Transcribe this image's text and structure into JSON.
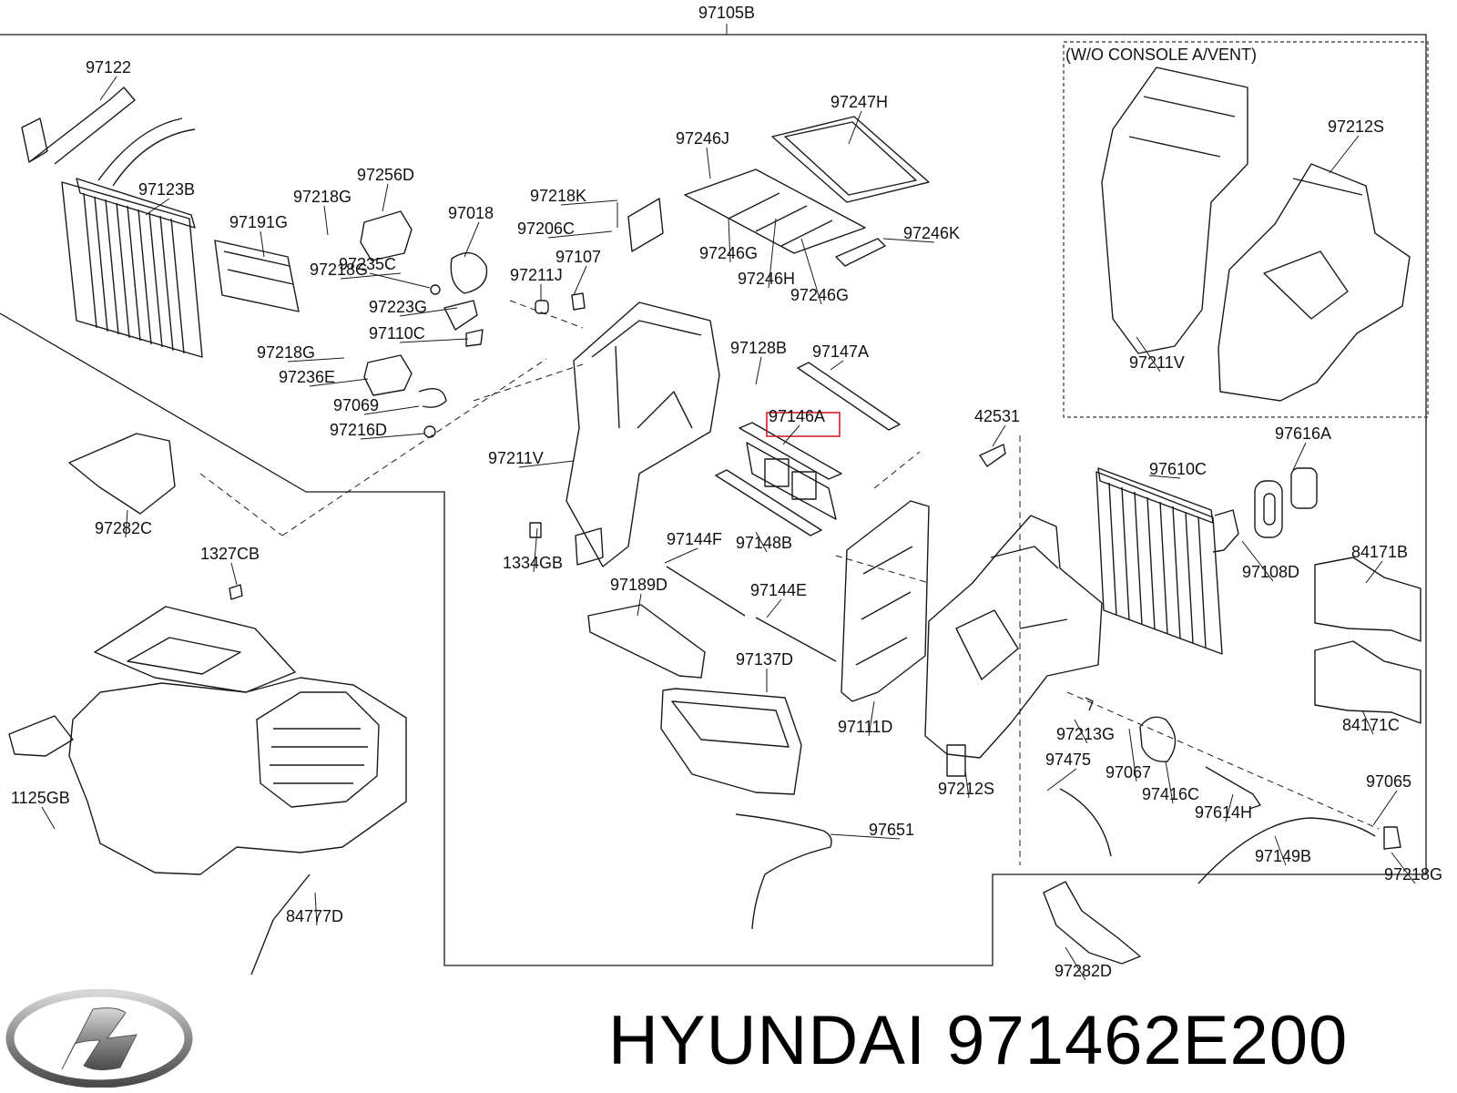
{
  "header": {
    "assembly_code": "97105B"
  },
  "inset": {
    "caption": "(W/O CONSOLE A/VENT)"
  },
  "highlight": {
    "part": "97146A",
    "color": "#d21f2b"
  },
  "footer": {
    "brand": "HYUNDAI",
    "part_number": "971462E200",
    "logo_icon": "hyundai-logo-icon"
  },
  "callouts": [
    "97122",
    "97123B",
    "97191G",
    "97218G",
    "97256D",
    "97218G",
    "97235C",
    "97223G",
    "97110C",
    "97218G",
    "97236E",
    "97069",
    "97216D",
    "97018",
    "97218K",
    "97206C",
    "97107",
    "97211J",
    "97246J",
    "97247H",
    "97246G",
    "97246H",
    "97246G",
    "97246K",
    "97128B",
    "97147A",
    "97146A",
    "97211V",
    "1334GB",
    "97144F",
    "97148B",
    "97189D",
    "97144E",
    "97137D",
    "97111D",
    "97282C",
    "1327CB",
    "1125GB",
    "84777D",
    "97651",
    "42531",
    "97616A",
    "97610C",
    "97108D",
    "84171B",
    "84171C",
    "97212S",
    "97213G",
    "97067",
    "97475",
    "97416C",
    "97614H",
    "97065",
    "97149B",
    "97218G",
    "97282D",
    "97212S",
    "97211V"
  ]
}
